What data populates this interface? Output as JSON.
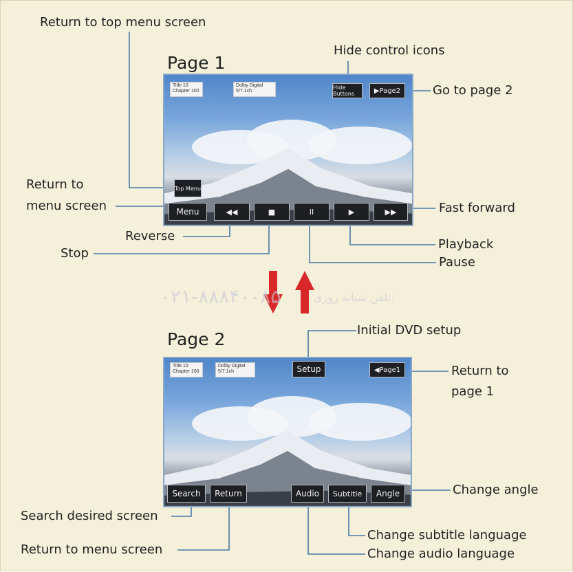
{
  "page1": {
    "title": "Page 1",
    "info1": "Title 10\nChapter 100",
    "info2": "Dolby Digital\n5/7.1ch",
    "hide_btn": "Hide Buttons",
    "page2_btn": "▶Page2",
    "top_menu_btn": "Top Menu",
    "menu_btn": "Menu",
    "rev_btn": "◀◀",
    "stop_btn": "■",
    "pause_btn": "II",
    "play_btn": "▶",
    "ff_btn": "▶▶"
  },
  "page2": {
    "title": "Page 2",
    "info1": "Title 10\nChapter 100",
    "info2": "Dolby Digital\n5/7.1ch",
    "setup_btn": "Setup",
    "page1_btn": "◀Page1",
    "search_btn": "Search",
    "return_btn": "Return",
    "audio_btn": "Audio",
    "subtitle_btn": "Subtitle",
    "angle_btn": "Angle"
  },
  "callouts": {
    "return_top_menu": "Return to top menu screen",
    "hide_controls": "Hide control icons",
    "go_page2": "Go to page 2",
    "return_to": "Return to",
    "menu_screen": "menu screen",
    "fast_forward": "Fast forward",
    "reverse": "Reverse",
    "stop": "Stop",
    "playback": "Playback",
    "pause": "Pause",
    "initial_setup": "Initial DVD setup",
    "return_to_page": "Return to",
    "page1": "page 1",
    "change_angle": "Change angle",
    "search_screen": "Search desired screen",
    "change_subtitle": "Change subtitle language",
    "return_menu": "Return to menu screen",
    "change_audio": "Change audio language"
  },
  "watermark": {
    "phone": "۰۲۱-۸۸۸۴۰۰۸۵",
    "phone_label": "تلفن شبانه روزی:"
  },
  "colors": {
    "arrow_red": "#d8282a",
    "line_blue": "#4a78a8",
    "background": "#f4f0da"
  }
}
